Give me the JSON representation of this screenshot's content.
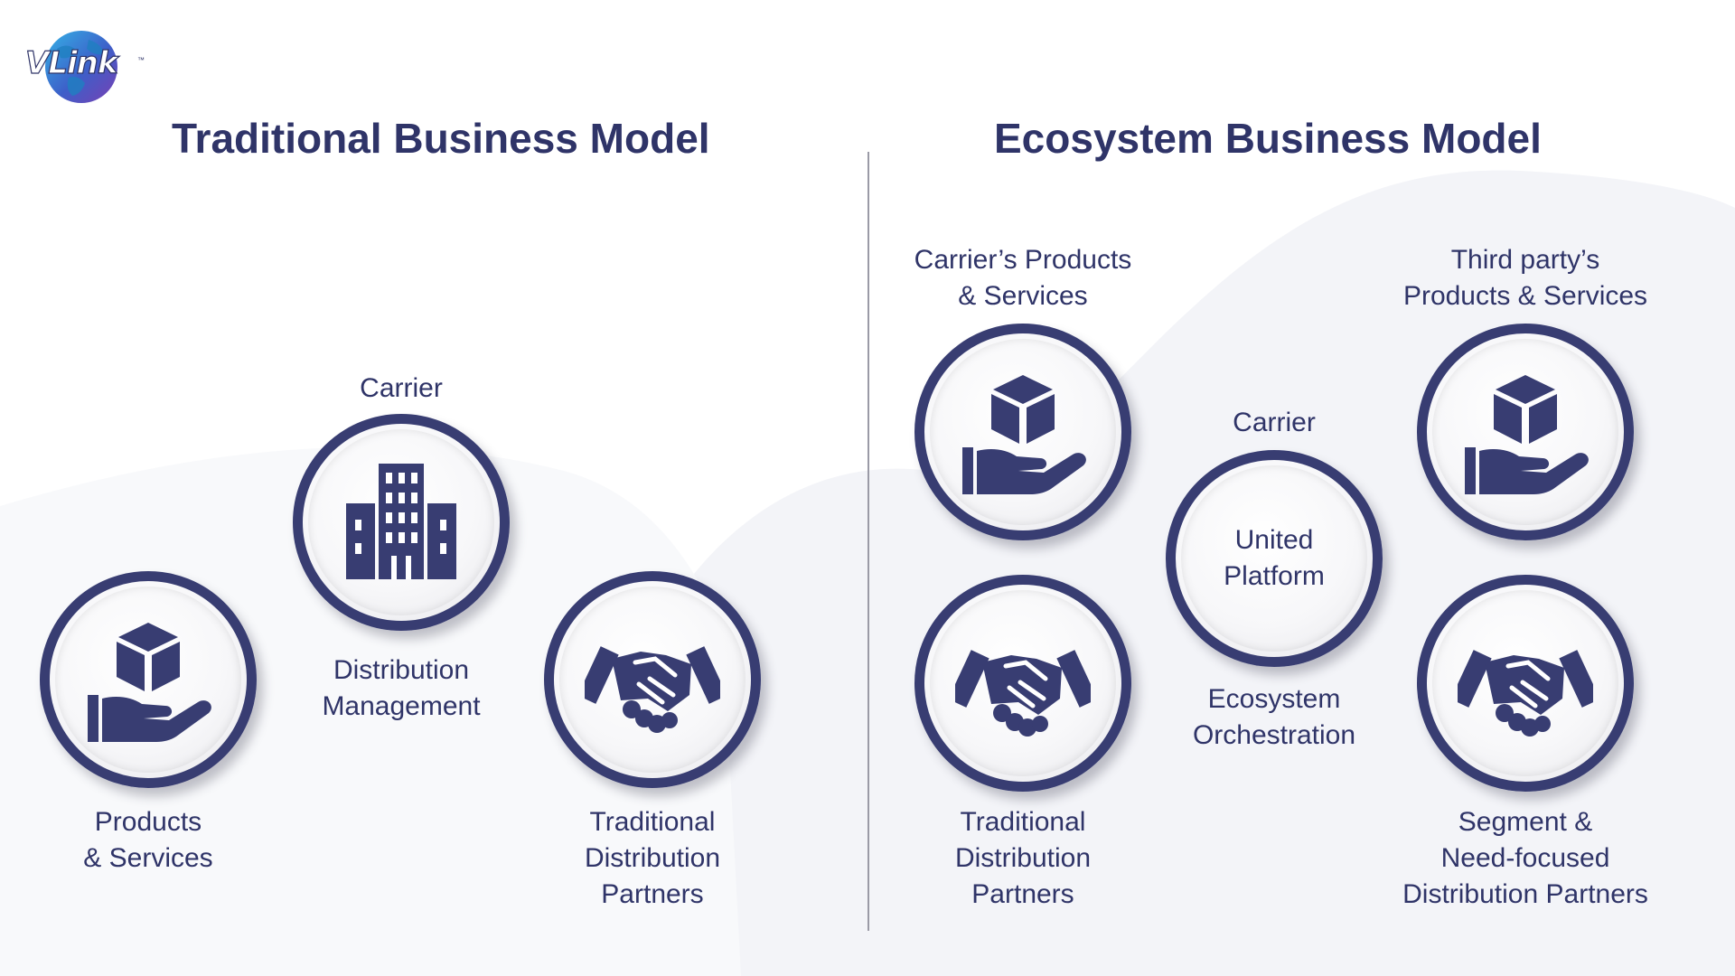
{
  "logo": {
    "text": "VLink",
    "trademark": "™"
  },
  "traditional": {
    "title": "Traditional Business Model",
    "nodes": [
      {
        "label": "Carrier",
        "sublabel": "Distribution\nManagement",
        "icon": "building-icon"
      },
      {
        "label": "Products\n& Services",
        "icon": "hand-box-icon"
      },
      {
        "label": "Traditional\nDistribution\nPartners",
        "icon": "handshake-icon"
      }
    ]
  },
  "ecosystem": {
    "title": "Ecosystem Business Model",
    "nodes": [
      {
        "label": "Carrier’s Products\n& Services",
        "icon": "hand-box-icon"
      },
      {
        "label": "Third party’s\nProducts & Services",
        "icon": "hand-box-icon"
      },
      {
        "label": "Carrier",
        "center_text": "United\nPlatform",
        "sublabel": "Ecosystem\nOrchestration"
      },
      {
        "label": "Traditional\nDistribution\nPartners",
        "icon": "handshake-icon"
      },
      {
        "label": "Segment &\nNeed-focused\nDistribution Partners",
        "icon": "handshake-icon"
      }
    ]
  },
  "colors": {
    "primary": "#2f3468",
    "ring": "#383d72",
    "background_wave": "#f2f3f7"
  }
}
